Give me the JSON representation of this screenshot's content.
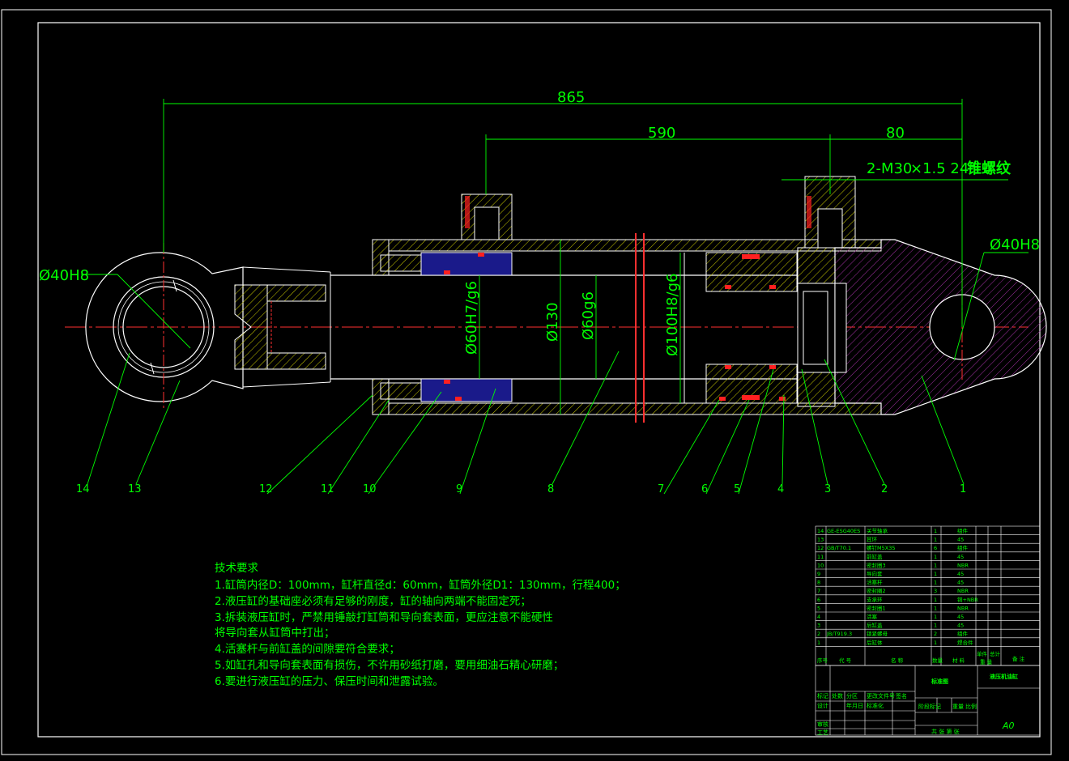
{
  "dimensions": {
    "overall": "865",
    "port_distance": "590",
    "end_length": "80",
    "thread_note_a": "2-M30",
    "thread_note_b": "×1.5 24°",
    "thread_note_c": "锥螺纹",
    "left_eye_hole": "Ø40H8",
    "right_eye_hole": "Ø40H8",
    "gland_fit": "Ø60H7/g6",
    "cylinder_od": "Ø130",
    "rod_dia": "Ø60g6",
    "bore_fit": "Ø100H8/g6"
  },
  "callouts": [
    "14",
    "13",
    "12",
    "11",
    "10",
    "9",
    "8",
    "7",
    "6",
    "5",
    "4",
    "3",
    "2",
    "1"
  ],
  "tech_requirements": {
    "title": "技术要求",
    "lines": [
      "1.缸筒内径D：100mm，缸杆直径d：60mm，缸筒外径D1：130mm，行程400；",
      "2.液压缸的基础座必须有足够的刚度，缸的轴向两端不能固定死；",
      "3.拆装液压缸时，严禁用锤敲打缸筒和导向套表面，更应注意不能硬性",
      "将导向套从缸筒中打出；",
      "4.活塞杆与前缸盖的间隙要符合要求；",
      "5.如缸孔和导向套表面有损伤，不许用砂纸打磨，要用细油石精心研磨；",
      "6.要进行液压缸的压力、保压时间和泄露试验。"
    ]
  },
  "bom": {
    "rows": [
      {
        "no": "14",
        "code": "GE-ESG40ES",
        "name": "关节轴承",
        "qty": "1",
        "material": "组件"
      },
      {
        "no": "13",
        "code": "",
        "name": "耳环",
        "qty": "1",
        "material": "45"
      },
      {
        "no": "12",
        "code": "GB/T70.1",
        "name": "螺钉M5X35",
        "qty": "6",
        "material": "组件"
      },
      {
        "no": "11",
        "code": "",
        "name": "前缸盖",
        "qty": "1",
        "material": "45"
      },
      {
        "no": "10",
        "code": "",
        "name": "密封圈3",
        "qty": "1",
        "material": "NBR"
      },
      {
        "no": "9",
        "code": "",
        "name": "导向套",
        "qty": "1",
        "material": "45"
      },
      {
        "no": "8",
        "code": "",
        "name": "活塞杆",
        "qty": "1",
        "material": "45"
      },
      {
        "no": "7",
        "code": "",
        "name": "密封圈2",
        "qty": "3",
        "material": "NBR"
      },
      {
        "no": "6",
        "code": "",
        "name": "支承环",
        "qty": "1",
        "material": "铜+NBR"
      },
      {
        "no": "5",
        "code": "",
        "name": "密封圈1",
        "qty": "1",
        "material": "NBR"
      },
      {
        "no": "4",
        "code": "",
        "name": "活塞",
        "qty": "1",
        "material": "45"
      },
      {
        "no": "3",
        "code": "",
        "name": "后缸盖",
        "qty": "1",
        "material": "45"
      },
      {
        "no": "2",
        "code": "JB/T919.3",
        "name": "锁紧螺母",
        "qty": "2",
        "material": "组件"
      },
      {
        "no": "1",
        "code": "",
        "name": "后缸体",
        "qty": "1",
        "material": "焊合件"
      }
    ],
    "header": {
      "no": "序号",
      "code": "代 号",
      "name": "名 称",
      "qty": "数量",
      "material": "材 料",
      "unit_weight": "单件",
      "total_weight": "总计",
      "weight": "重 量",
      "remark": "备 注"
    }
  },
  "title_block": {
    "drawing_title": "液压机油缸",
    "unit_name": "标准图",
    "scale_label": "比例",
    "weight_label": "重量",
    "stage_label": "阶段标记",
    "size": "A0",
    "sheet_info": "共 张 第 张",
    "design": "设计",
    "check": "审核",
    "process": "工艺",
    "mark": "标记",
    "count": "处数",
    "zone": "分区",
    "change_doc": "更改文件号",
    "sign": "签名",
    "date": "年月日",
    "standardize": "标准化"
  }
}
